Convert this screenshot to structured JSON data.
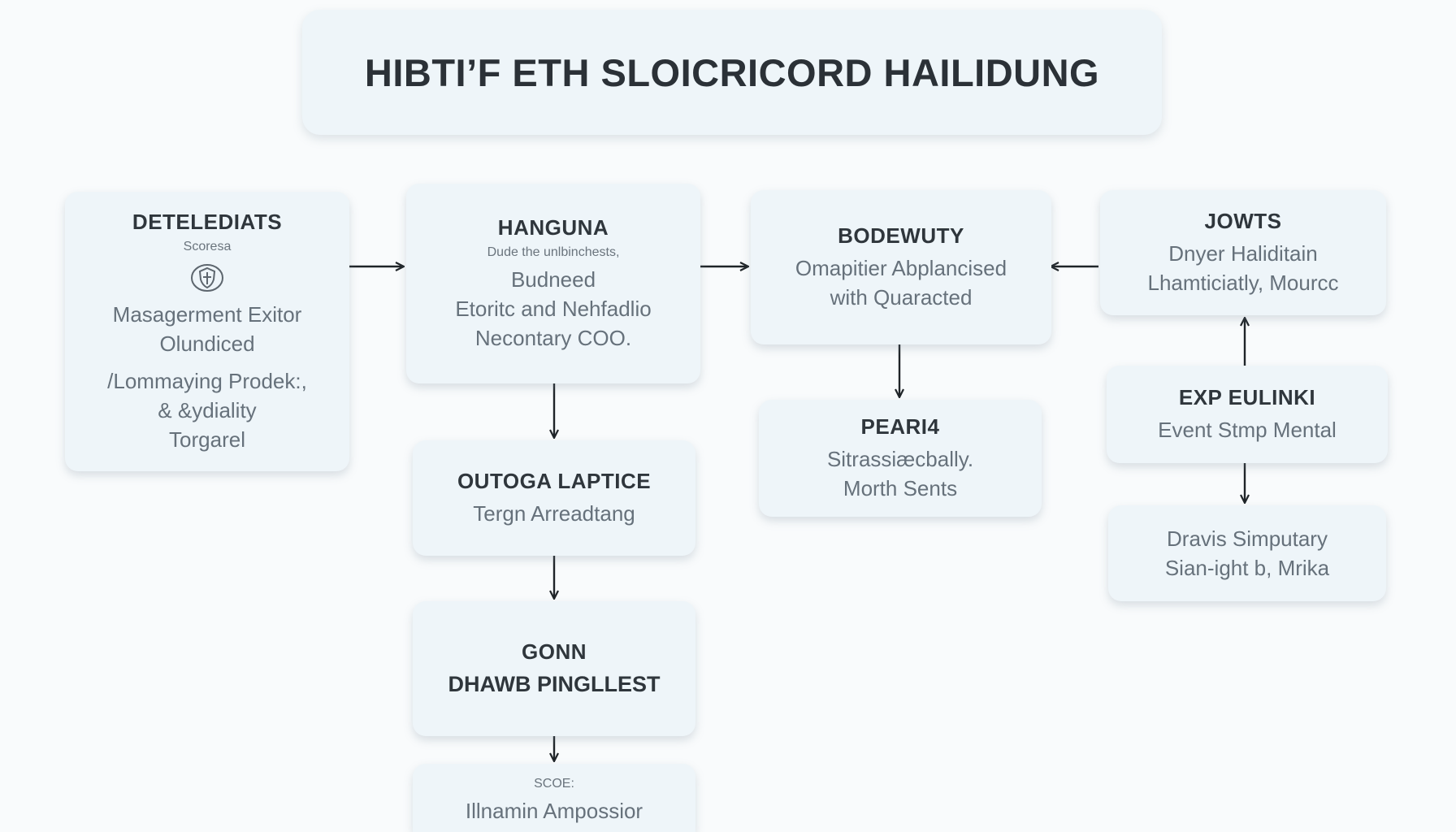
{
  "title": "HIBTI’F ETH SLOICRICORD HAILIDUNG",
  "nodes": {
    "detelediats": {
      "head": "DETELEDIATS",
      "sub": "Scoresa",
      "icon": "shield-icon",
      "lines": [
        "Masagerment Exitor",
        "Olundiced",
        "/‪Lommaying Prodek:,",
        "& &ydiality",
        "Torgarel"
      ]
    },
    "hanguna": {
      "head": "HANGUNA",
      "sub": "Dude the unlbinchests,",
      "lines": [
        "Budneed",
        "Etoritc and Nehfadlio",
        "Necontary COO."
      ]
    },
    "bodewuty": {
      "head": "BODEWUTY",
      "lines": [
        "Omapitier Abplancised",
        "with Quaracted"
      ]
    },
    "jowts": {
      "head": "JOWTS",
      "lines": [
        "Dnyer Haliditain",
        "Lhamticiatly, Mourcc"
      ]
    },
    "outoga": {
      "head": "OUTOGA LAPTICE",
      "lines": [
        "Tergn Arreadtang"
      ]
    },
    "pear": {
      "head": "PEARI4",
      "lines": [
        "Sitrassiæcbally.",
        "Morth Sents"
      ]
    },
    "exp": {
      "head": "EXP EULINKI",
      "lines": [
        "Event Stmp Mental"
      ]
    },
    "dravis": {
      "lines": [
        "Dravis Simputary",
        "Sian-ight b, Mrika"
      ]
    },
    "gonn": {
      "head": "GONN",
      "lines": [
        "DHAWB PINGLLEST"
      ]
    },
    "scoe": {
      "sub": "SCOE:",
      "lines": [
        "Illnamin Ampossior"
      ]
    }
  }
}
